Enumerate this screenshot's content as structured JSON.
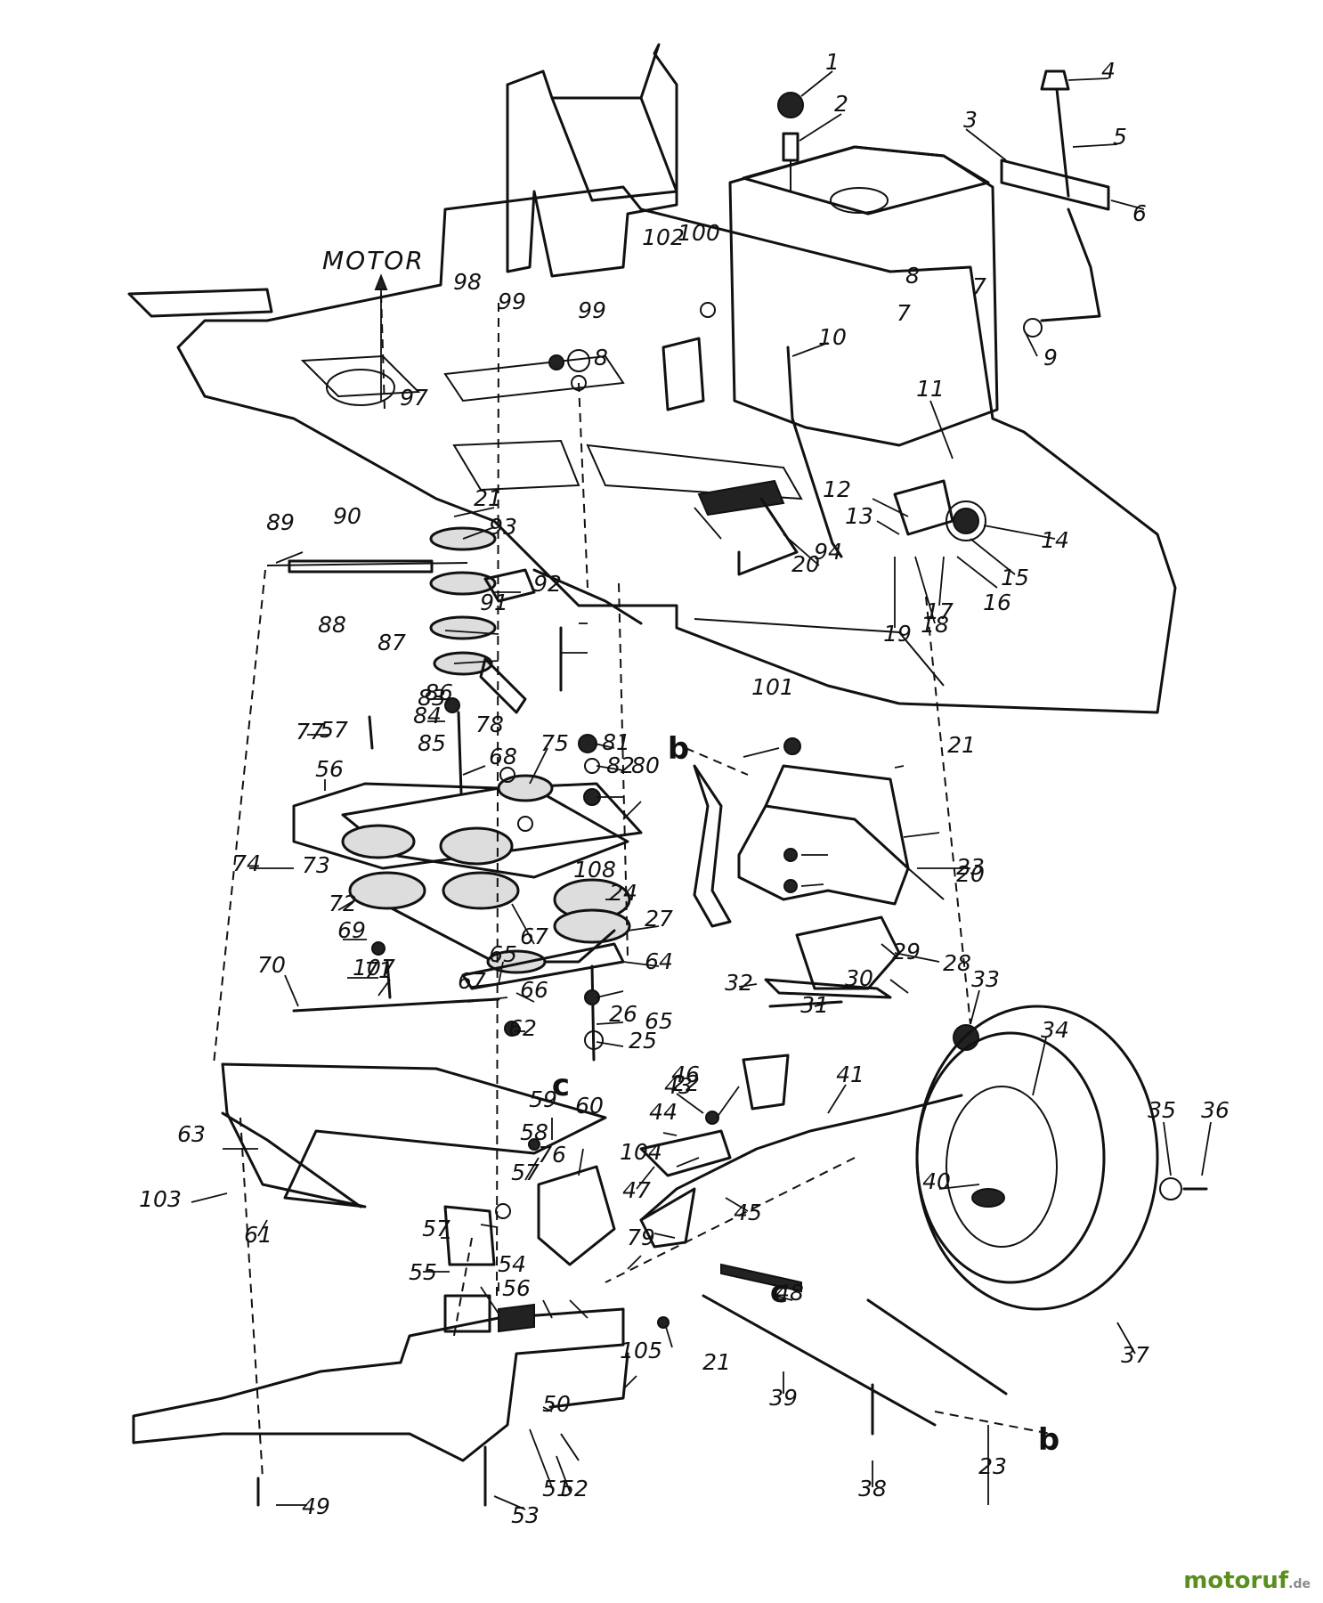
{
  "motor_label": "MOTOR",
  "watermark": {
    "brand": "motoruf",
    "tld": ".de",
    "brand_color": "#5a8f1e"
  },
  "callout_labels": [
    "1",
    "2",
    "3",
    "4",
    "5",
    "6",
    "7",
    "8",
    "7",
    "8",
    "9",
    "10",
    "11",
    "12",
    "13",
    "14",
    "15",
    "16",
    "17",
    "18",
    "19",
    "20",
    "20",
    "21",
    "21",
    "21",
    "22",
    "23",
    "23",
    "24",
    "25",
    "26",
    "27",
    "28",
    "29",
    "30",
    "31",
    "32",
    "33",
    "34",
    "35",
    "36",
    "37",
    "38",
    "39",
    "40",
    "41",
    "43",
    "44",
    "45",
    "46",
    "47",
    "48",
    "49",
    "50",
    "51",
    "52",
    "53",
    "54",
    "55",
    "56",
    "56",
    "57",
    "57",
    "57",
    "58",
    "59",
    "60",
    "61",
    "62",
    "63",
    "64",
    "65",
    "65",
    "66",
    "67",
    "67",
    "68",
    "69",
    "70",
    "71",
    "72",
    "73",
    "74",
    "75",
    "76",
    "77",
    "78",
    "79",
    "80",
    "81",
    "82",
    "83",
    "84",
    "85",
    "86",
    "87",
    "88",
    "89",
    "90",
    "91",
    "92",
    "93",
    "94",
    "97",
    "98",
    "99",
    "99",
    "100",
    "101",
    "102",
    "103",
    "104",
    "105",
    "107",
    "108"
  ],
  "reference_markers": [
    "b",
    "b",
    "c",
    "c"
  ]
}
